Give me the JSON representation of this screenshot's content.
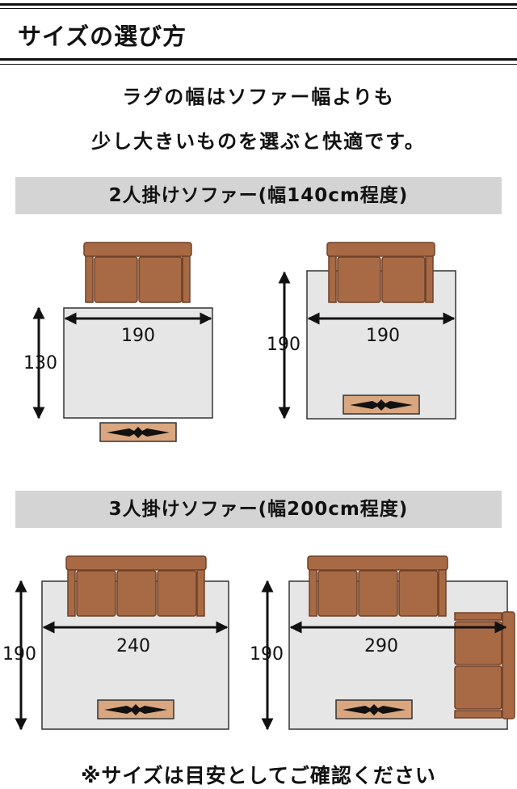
{
  "header": {
    "title": "サイズの選び方"
  },
  "intro": {
    "line1": "ラグの幅はソファー幅よりも",
    "line2": "少し大きいものを選ぶと快適です。"
  },
  "sections": [
    {
      "label": "2人掛けソファー(幅140cm程度)",
      "layouts": [
        {
          "width": "190",
          "depth": "130"
        },
        {
          "width": "190",
          "depth": "190"
        }
      ]
    },
    {
      "label": "3人掛けソファー(幅200cm程度)",
      "layouts": [
        {
          "width": "240",
          "depth": "190"
        },
        {
          "width": "290",
          "depth": "190"
        }
      ]
    }
  ],
  "footer": {
    "note": "※サイズは目安としてご確認ください"
  },
  "colors": {
    "rug": "#e6e6e6",
    "sofa": "#a86a44",
    "sofa_edge": "#6f4128",
    "table": "#d9a67f",
    "band": "#d4d4d4",
    "ink": "#111111"
  }
}
